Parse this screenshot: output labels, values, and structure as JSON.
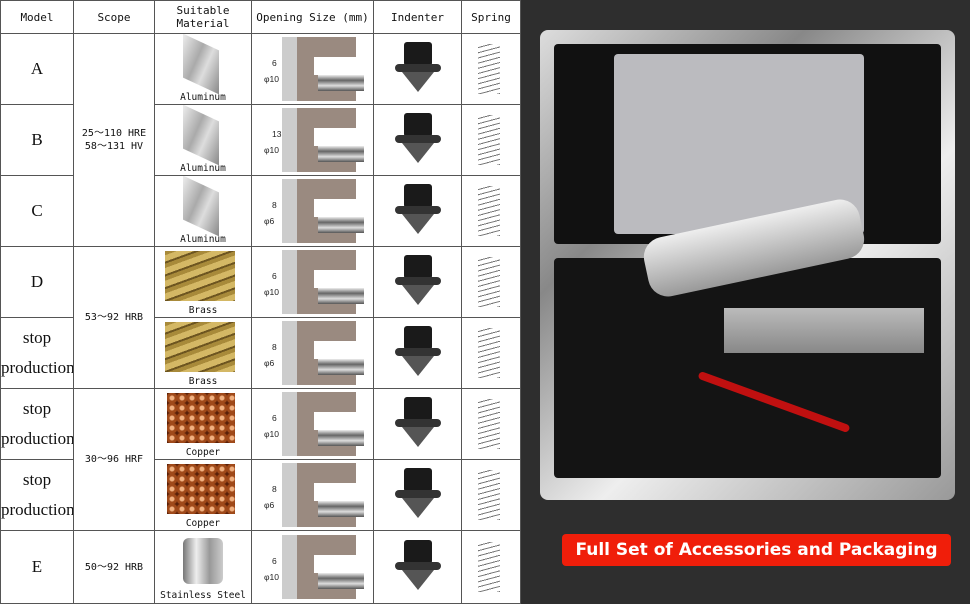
{
  "table": {
    "headers": [
      "Model",
      "Scope",
      "Suitable Material",
      "Opening Size (mm)",
      "Indenter",
      "Spring"
    ],
    "rows": [
      {
        "model": "A",
        "material": "Aluminum",
        "mat_type": "alu",
        "gap": "6",
        "dia": "φ10"
      },
      {
        "model": "B",
        "material": "Aluminum",
        "mat_type": "alu",
        "gap": "13",
        "dia": "φ10"
      },
      {
        "model": "C",
        "material": "Aluminum",
        "mat_type": "alu",
        "gap": "8",
        "dia": "φ6"
      },
      {
        "model": "D",
        "material": "Brass",
        "mat_type": "brass",
        "gap": "6",
        "dia": "φ10"
      },
      {
        "model": "stop production",
        "material": "Brass",
        "mat_type": "brass",
        "gap": "8",
        "dia": "φ6"
      },
      {
        "model": "stop production",
        "material": "Copper",
        "mat_type": "copper",
        "gap": "6",
        "dia": "φ10"
      },
      {
        "model": "stop production",
        "material": "Copper",
        "mat_type": "copper",
        "gap": "8",
        "dia": "φ6"
      },
      {
        "model": "E",
        "material": "Stainless Steel",
        "mat_type": "steel",
        "gap": "6",
        "dia": "φ10"
      }
    ],
    "scopes": [
      {
        "start": 0,
        "span": 3,
        "lines": [
          "25～110 HRE",
          "58～131 HV"
        ]
      },
      {
        "start": 3,
        "span": 2,
        "lines": [
          "53～92 HRB"
        ]
      },
      {
        "start": 5,
        "span": 2,
        "lines": [
          "30～96 HRF"
        ]
      },
      {
        "start": 7,
        "span": 1,
        "lines": [
          "50～92 HRB"
        ]
      }
    ]
  },
  "banner": {
    "text": "Full Set of Accessories and Packaging",
    "color": "#f01e0a"
  }
}
